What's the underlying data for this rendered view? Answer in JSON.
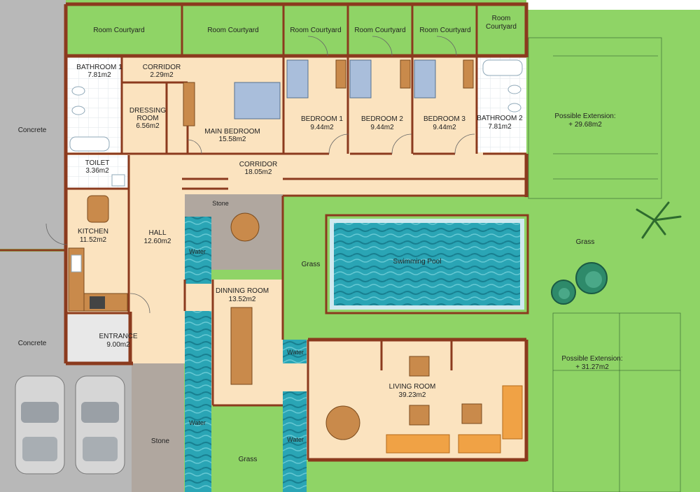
{
  "rooms": {
    "courtyard_1": "Room Courtyard",
    "courtyard_2": "Room Courtyard",
    "courtyard_3": "Room Courtyard",
    "courtyard_4": "Room Courtyard",
    "courtyard_5": "Room Courtyard",
    "courtyard_6_line1": "Room",
    "courtyard_6_line2": "Courtyard",
    "bathroom1_name": "BATHROOM 1",
    "bathroom1_area": "7.81m2",
    "corridor_top_name": "CORRIDOR",
    "corridor_top_area": "2.29m2",
    "dressing_line1": "DRESSING",
    "dressing_line2": "ROOM",
    "dressing_area": "6.56m2",
    "main_bedroom_name": "MAIN BEDROOM",
    "main_bedroom_area": "15.58m2",
    "bedroom1_name": "BEDROOM 1",
    "bedroom1_area": "9.44m2",
    "bedroom2_name": "BEDROOM 2",
    "bedroom2_area": "9.44m2",
    "bedroom3_name": "BEDROOM 3",
    "bedroom3_area": "9.44m2",
    "bathroom2_name": "BATHROOM 2",
    "bathroom2_area": "7.81m2",
    "toilet_name": "TOILET",
    "toilet_area": "3.36m2",
    "corridor_main_name": "CORRIDOR",
    "corridor_main_area": "18.05m2",
    "kitchen_name": "KITCHEN",
    "kitchen_area": "11.52m2",
    "hall_name": "HALL",
    "hall_area": "12.60m2",
    "stone_top": "Stone",
    "water_left": "Water",
    "grass_mid": "Grass",
    "pool": "Swimming Pool",
    "dinning_name": "DINNING ROOM",
    "dinning_area": "13.52m2",
    "entrance_name": "ENTRANCE",
    "entrance_area": "9.00m2",
    "water_small": "Water",
    "living_name": "LIVING ROOM",
    "living_area": "39.23m2",
    "water_long": "Water",
    "water_bottom": "Water",
    "stone_bottom": "Stone",
    "grass_bottom": "Grass",
    "concrete_top": "Concrete",
    "concrete_bottom": "Concrete",
    "grass_right": "Grass",
    "ext1_line1": "Possible Extension:",
    "ext1_line2": "+ 29.68m2",
    "ext2_line1": "Possible Extension:",
    "ext2_line2": "+ 31.27m2"
  },
  "colors": {
    "grass": "#8fd466",
    "floor": "#fbe3bf",
    "concrete": "#b8b8b8",
    "stone": "#b0a79f",
    "water": "#2aa5b5",
    "wall": "#8b3a1e",
    "bathroom_floor": "#ffffff"
  }
}
